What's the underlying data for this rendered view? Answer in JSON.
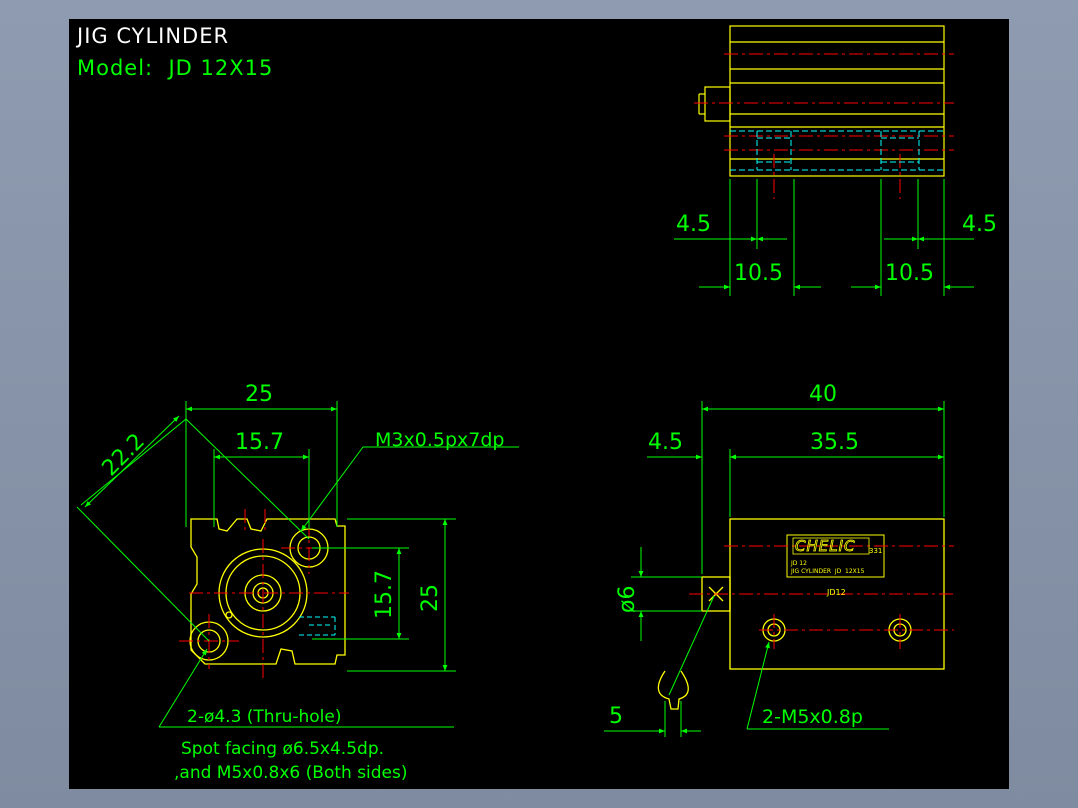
{
  "colors": {
    "background": "#000000",
    "window_bg": "#8a96ab",
    "outline": "#ffff00",
    "dimension": "#00ff00",
    "centerline": "#ff0000",
    "hidden": "#00ffff",
    "title_text": "#ffffff",
    "model_text": "#00ff00"
  },
  "title": {
    "line1": "JIG CYLINDER",
    "line2": "Model:  JD 12X15"
  },
  "top_view": {
    "dim_left_small": "4.5",
    "dim_right_small": "4.5",
    "dim_left_large": "10.5",
    "dim_right_large": "10.5"
  },
  "front_view": {
    "dim_width": "25",
    "dim_inner": "15.7",
    "dim_diag": "22.2",
    "dim_height": "25",
    "dim_vertical_inner": "15.7",
    "thread_callout": "M3x0.5px7dp",
    "note_line1": "2-ø4.3 (Thru-hole)",
    "note_line2": "Spot facing ø6.5x4.5dp.",
    "note_line3": ",and M5x0.8x6 (Both sides)"
  },
  "side_view": {
    "dim_total": "40",
    "dim_offset": "4.5",
    "dim_body": "35.5",
    "dim_rod_dia": "ø6",
    "dim_five": "5",
    "port_callout": "2-M5x0.8p",
    "brand": "CHELIC",
    "brand_code": "331",
    "label_line1": "JD 12",
    "label_line2": "JIG CYLINDER  JD  12X15",
    "body_mark": "JD12"
  }
}
